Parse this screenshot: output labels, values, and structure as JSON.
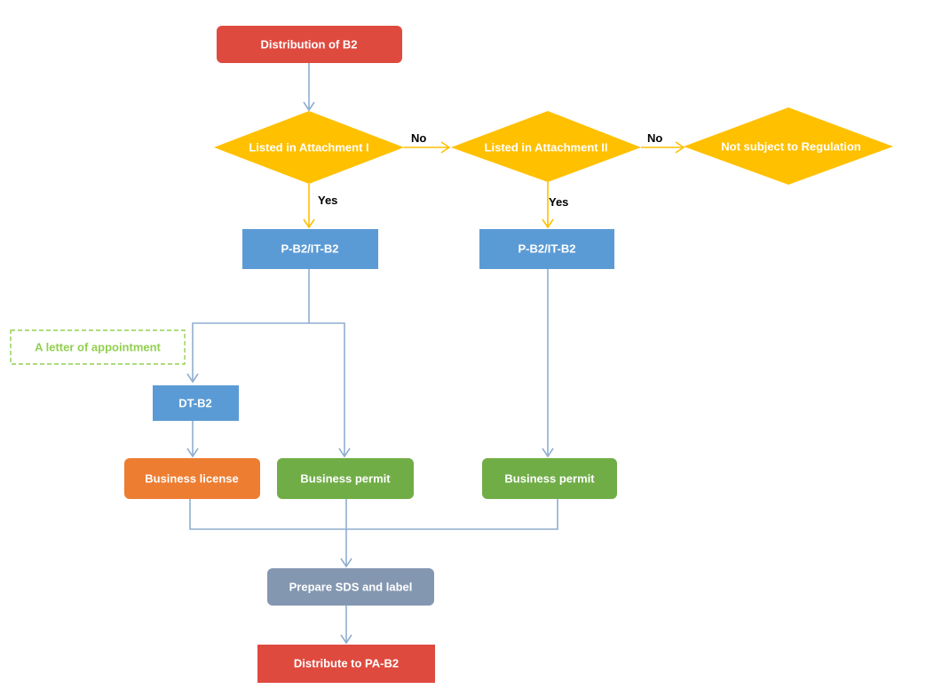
{
  "colors": {
    "red": "#df4a3f",
    "yellow": "#ffc000",
    "blue": "#5b9bd5",
    "orange": "#ed7d31",
    "green": "#70ad47",
    "gray": "#8497b0",
    "blue_line": "#8faed0",
    "yellow_line": "#ffc000",
    "note_green": "#92d050"
  },
  "nodes": {
    "distribution_b2": "Distribution of B2",
    "listed_att1": "Listed in Attachment I",
    "listed_att2": "Listed in Attachment II",
    "not_subject": "Not subject to Regulation",
    "pb2_left": "P-B2/IT-B2",
    "pb2_right": "P-B2/IT-B2",
    "letter_appointment": "A letter of appointment",
    "dt_b2": "DT-B2",
    "business_license": "Business license",
    "business_permit_left": "Business permit",
    "business_permit_right": "Business permit",
    "prepare_sds": "Prepare SDS and label",
    "distribute_pa": "Distribute to PA-B2"
  },
  "edge_labels": {
    "no_1": "No",
    "no_2": "No",
    "yes_1": "Yes",
    "yes_2": "Yes"
  }
}
